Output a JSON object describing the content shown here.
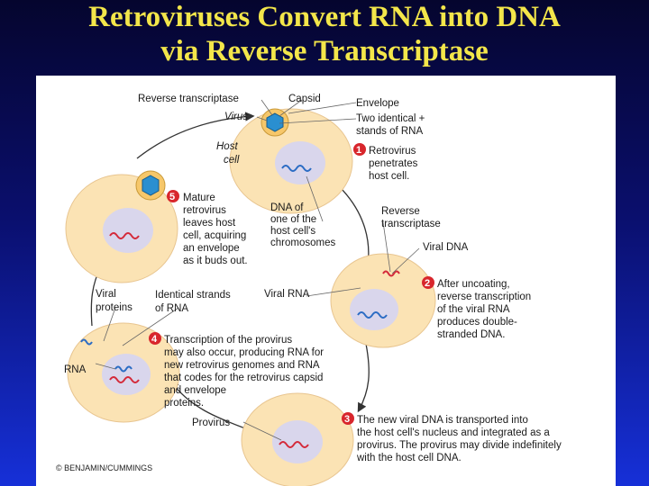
{
  "title": {
    "line1": "Retroviruses Convert RNA into DNA",
    "line2": "via Reverse Transcriptase"
  },
  "labels": {
    "reverse_transcriptase_top": "Reverse transcriptase",
    "capsid": "Capsid",
    "envelope": "Envelope",
    "virus": "Virus",
    "two_identical_1": "Two identical +",
    "two_identical_2": "stands of RNA",
    "host_cell_1": "Host",
    "host_cell_2": "cell",
    "dna_of_1": "DNA of",
    "dna_of_2": "one of the",
    "dna_of_3": "host cell's",
    "dna_of_4": "chromosomes",
    "reverse_transcriptase_mid_1": "Reverse",
    "reverse_transcriptase_mid_2": "transcriptase",
    "viral_dna": "Viral DNA",
    "viral_rna": "Viral RNA",
    "viral_proteins_1": "Viral",
    "viral_proteins_2": "proteins",
    "identical_strands_1": "Identical strands",
    "identical_strands_2": "of RNA",
    "rna": "RNA",
    "provirus": "Provirus",
    "credit": "© BENJAMIN/CUMMINGS"
  },
  "steps": [
    {
      "number": "1",
      "lines": [
        "Retrovirus",
        "penetrates",
        "host cell."
      ]
    },
    {
      "number": "2",
      "lines": [
        "After uncoating,",
        "reverse transcription",
        "of the viral RNA",
        "produces double-",
        "stranded DNA."
      ]
    },
    {
      "number": "3",
      "lines": [
        "The new viral DNA is transported into",
        "the host cell's nucleus and integrated as a",
        "provirus. The provirus may divide indefinitely",
        "with the host cell DNA."
      ]
    },
    {
      "number": "4",
      "lines": [
        "Transcription of the provirus",
        "may also occur, producing RNA for",
        "new retrovirus genomes and RNA",
        "that codes for the retrovirus capsid",
        "and envelope",
        "proteins."
      ]
    },
    {
      "number": "5",
      "lines": [
        "Mature",
        "retrovirus",
        "leaves host",
        "cell, acquiring",
        "an envelope",
        "as it buds out."
      ]
    }
  ],
  "colors": {
    "title": "#f3e64a",
    "cell_fill": "#fbe3b4",
    "nucleus_fill": "#d9d6ec",
    "step_badge": "#d8262c",
    "virus": "#2a8fd0",
    "dna_red": "#d42a3a",
    "rna_blue": "#2b6cc4"
  }
}
